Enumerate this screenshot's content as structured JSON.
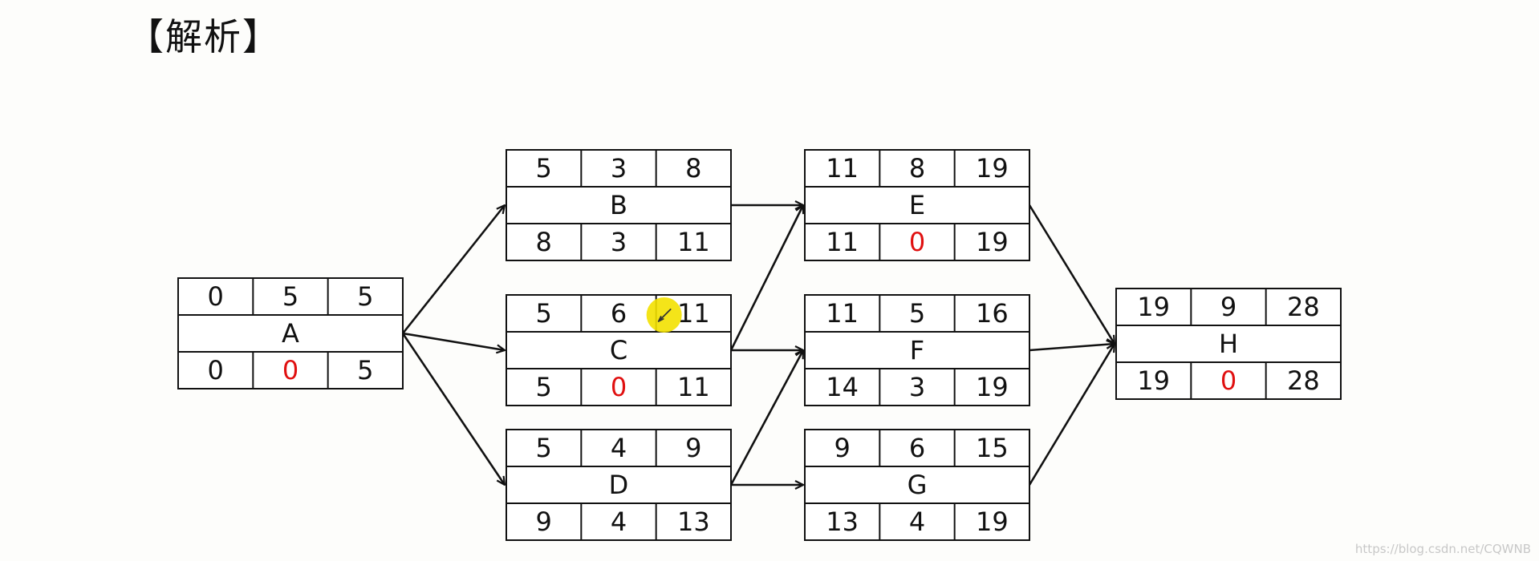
{
  "title": "【解析】",
  "watermark": "https://blog.csdn.net/CQWNB",
  "colors": {
    "highlight": "#e01010",
    "stroke": "#111111",
    "cursor": "#f3e100"
  },
  "nodes": [
    {
      "id": "A",
      "top": [
        "0",
        "5",
        "5"
      ],
      "bottom": [
        "0",
        "0",
        "5"
      ],
      "highlight_bottom_middle": true
    },
    {
      "id": "B",
      "top": [
        "5",
        "3",
        "8"
      ],
      "bottom": [
        "8",
        "3",
        "11"
      ],
      "highlight_bottom_middle": false
    },
    {
      "id": "C",
      "top": [
        "5",
        "6",
        "11"
      ],
      "bottom": [
        "5",
        "0",
        "11"
      ],
      "highlight_bottom_middle": true
    },
    {
      "id": "D",
      "top": [
        "5",
        "4",
        "9"
      ],
      "bottom": [
        "9",
        "4",
        "13"
      ],
      "highlight_bottom_middle": false
    },
    {
      "id": "E",
      "top": [
        "11",
        "8",
        "19"
      ],
      "bottom": [
        "11",
        "0",
        "19"
      ],
      "highlight_bottom_middle": true
    },
    {
      "id": "F",
      "top": [
        "11",
        "5",
        "16"
      ],
      "bottom": [
        "14",
        "3",
        "19"
      ],
      "highlight_bottom_middle": false
    },
    {
      "id": "G",
      "top": [
        "9",
        "6",
        "15"
      ],
      "bottom": [
        "13",
        "4",
        "19"
      ],
      "highlight_bottom_middle": false
    },
    {
      "id": "H",
      "top": [
        "19",
        "9",
        "28"
      ],
      "bottom": [
        "19",
        "0",
        "28"
      ],
      "highlight_bottom_middle": true
    }
  ],
  "edges": [
    [
      "A",
      "B"
    ],
    [
      "A",
      "C"
    ],
    [
      "A",
      "D"
    ],
    [
      "B",
      "E"
    ],
    [
      "C",
      "E"
    ],
    [
      "C",
      "F"
    ],
    [
      "D",
      "F"
    ],
    [
      "D",
      "G"
    ],
    [
      "E",
      "H"
    ],
    [
      "F",
      "H"
    ],
    [
      "G",
      "H"
    ]
  ]
}
